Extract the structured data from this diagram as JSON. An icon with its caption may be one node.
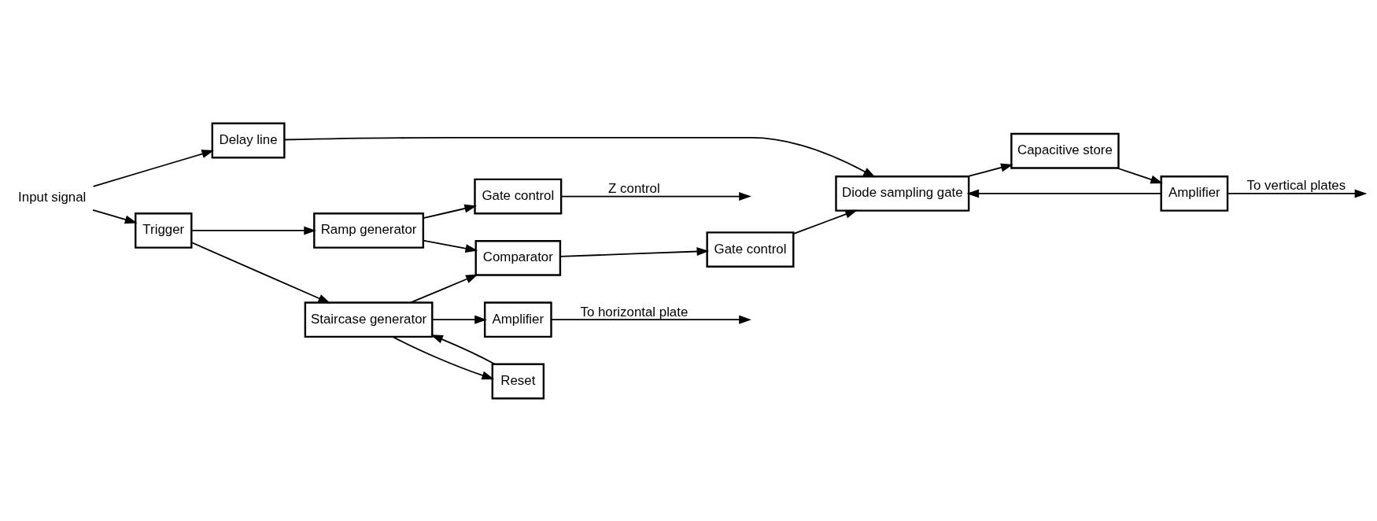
{
  "diagram": {
    "nodes": [
      {
        "text": [
          "Input signal"
        ]
      },
      {
        "text": [
          "Delay line"
        ]
      },
      {
        "text": [
          "Trigger"
        ]
      },
      {
        "text": [
          "Reset"
        ]
      },
      {
        "text": [
          "Staircase generator"
        ]
      },
      {
        "text": [
          "Ramp generator"
        ]
      },
      {
        "text": [
          "Diode sampling gate"
        ]
      },
      {
        "text": [
          "Gate control"
        ]
      },
      {
        "text": [
          "Comparator"
        ]
      },
      {
        "text": [
          "Capacitive store"
        ]
      },
      {
        "text": [
          "Amplifier"
        ]
      },
      {
        "text": [
          "Amplifier"
        ]
      },
      {
        "text": [
          "Gate control"
        ]
      }
    ],
    "edges": [
      {
        "from": 0,
        "to": 1,
        "arrow": "to"
      },
      {
        "from": 0,
        "to": 2,
        "arrow": "to"
      },
      {
        "from": 1,
        "to": 6,
        "arrow": "to"
      },
      {
        "from": 6,
        "to": 9,
        "arrow": "to"
      },
      {
        "from": 9,
        "to": 10,
        "arrow": "to"
      },
      {
        "from": 10,
        "to": null,
        "arrow": "to",
        "label": "To vertical plates"
      },
      {
        "from": 10,
        "to": 6,
        "arrow": "to"
      },
      {
        "from": 7,
        "to": 6,
        "arrow": "to"
      },
      {
        "from": 2,
        "to": 4,
        "arrow": "to"
      },
      {
        "from": 2,
        "to": 5,
        "arrow": "to"
      },
      {
        "from": 4,
        "to": 3,
        "arrow": "to"
      },
      {
        "from": 3,
        "to": 4,
        "arrow": "to"
      },
      {
        "from": 4,
        "to": 11,
        "arrow": "to"
      },
      {
        "from": 4,
        "to": 8,
        "arrow": "to"
      },
      {
        "from": 11,
        "to": null,
        "arrow": "to",
        "label": "To horizontal plate"
      },
      {
        "from": 5,
        "to": 12,
        "arrow": "to"
      },
      {
        "from": 5,
        "to": 8,
        "arrow": "to"
      },
      {
        "from": 8,
        "to": 7,
        "arrow": "to"
      },
      {
        "from": 12,
        "to": null,
        "arrow": "to",
        "label": "Z control"
      }
    ]
  }
}
